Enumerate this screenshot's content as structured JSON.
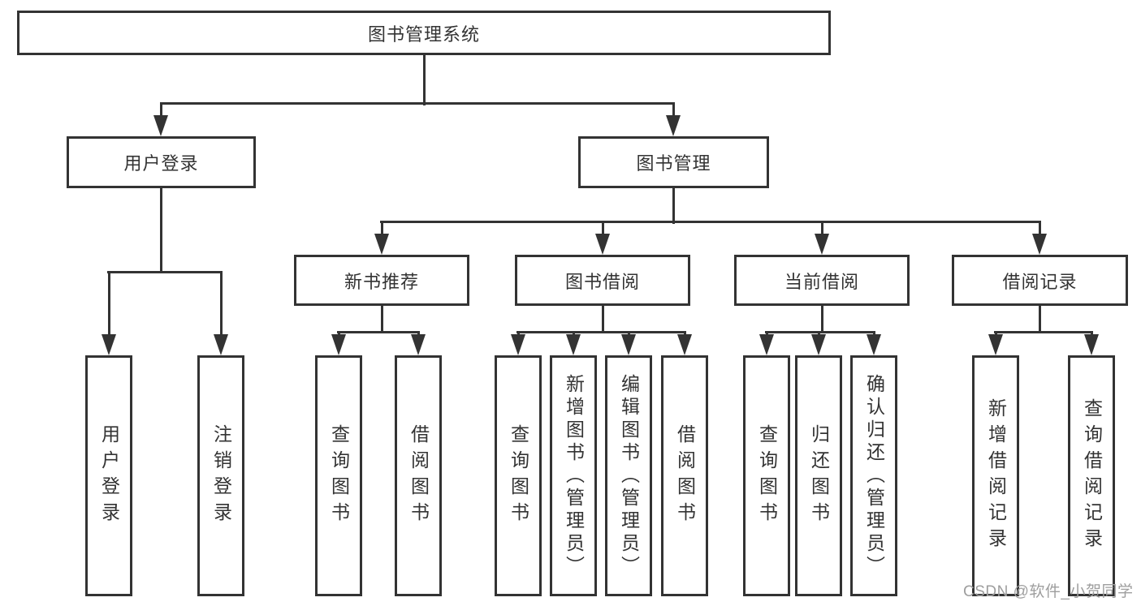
{
  "colors": {
    "line": "#333333",
    "box_border": "#333333",
    "text": "#333333",
    "watermark_text": "#9e9e9e",
    "background": "#ffffff"
  },
  "watermark": "CSDN @软件_小贺同学",
  "tree": {
    "root": {
      "label": "图书管理系统"
    },
    "branches": [
      {
        "label": "用户登录",
        "leaves": [
          "用户登录",
          "注销登录"
        ]
      },
      {
        "label": "图书管理",
        "groups": [
          {
            "label": "新书推荐",
            "leaves": [
              "查询图书",
              "借阅图书"
            ]
          },
          {
            "label": "图书借阅",
            "leaves": [
              "查询图书",
              "新增图书（管理员）",
              "编辑图书（管理员）",
              "借阅图书"
            ]
          },
          {
            "label": "当前借阅",
            "leaves": [
              "查询图书",
              "归还图书",
              "确认归还（管理员）"
            ]
          },
          {
            "label": "借阅记录",
            "leaves": [
              "新增借阅记录",
              "查询借阅记录"
            ]
          }
        ]
      }
    ]
  }
}
